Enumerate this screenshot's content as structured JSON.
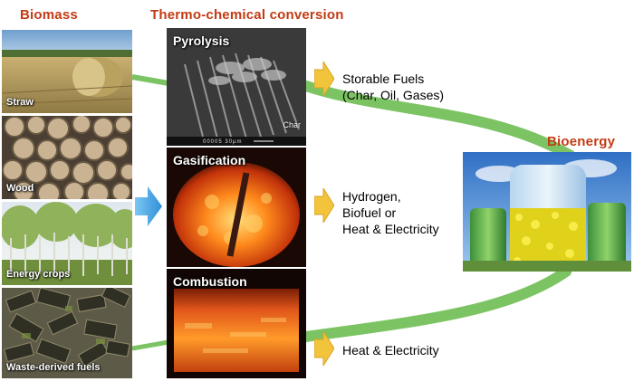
{
  "headings": {
    "biomass": "Biomass",
    "conversion": "Thermo-chemical conversion",
    "bioenergy": "Bioenergy"
  },
  "biomass_items": [
    {
      "label": "Straw"
    },
    {
      "label": "Wood"
    },
    {
      "label": "Energy crops"
    },
    {
      "label": "Waste-derived fuels"
    }
  ],
  "processes": [
    {
      "label": "Pyrolysis",
      "tag": "Char",
      "scale_text": "00005   30µm"
    },
    {
      "label": "Gasification"
    },
    {
      "label": "Combustion"
    }
  ],
  "outputs": [
    {
      "line1": "Storable Fuels",
      "line2": "(Char, Oil, Gases)"
    },
    {
      "line1": "Hydrogen,",
      "line2": "Biofuel or",
      "line3": "Heat & Electricity"
    },
    {
      "line1": "Heat & Electricity"
    }
  ],
  "icons": {
    "input_arrow": "arrow-right-icon",
    "output_arrow": "arrow-right-icon"
  },
  "colors": {
    "heading": "#c23b14",
    "curve": "#7cc463",
    "output_arrow": "#f2c43c",
    "input_arrow": "#3ba3e3"
  }
}
